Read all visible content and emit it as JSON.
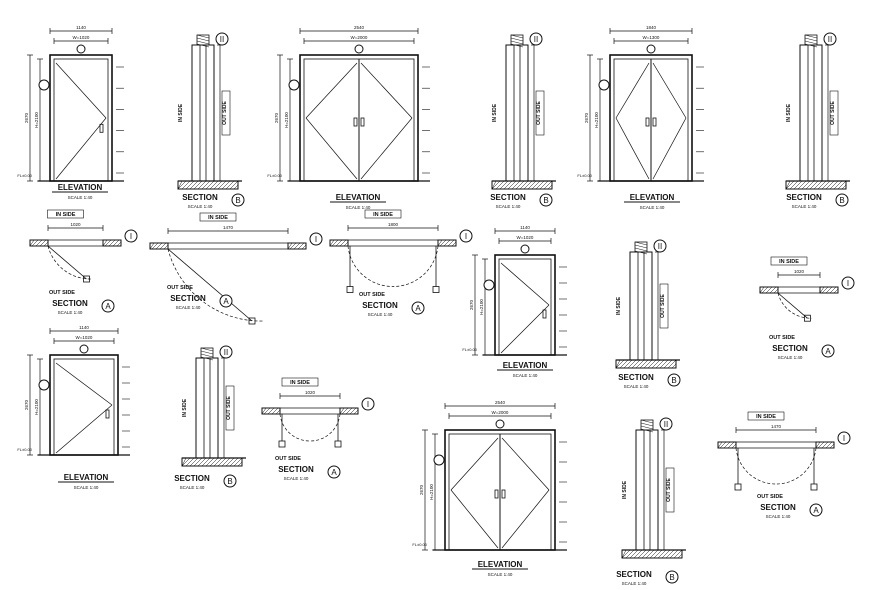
{
  "labels": {
    "elevation": "ELEVATION",
    "section": "SECTION",
    "scale": "SCALE 1:40",
    "in_side": "IN SIDE",
    "out_side": "OUT SIDE",
    "marker_a": "A",
    "marker_b": "B",
    "marker_i": "I",
    "marker_ii": "II",
    "ffl": "FL±0.00"
  },
  "dimensions": {
    "d1_total": "1140",
    "d1_clear": "W=1020",
    "d2_total": "2540",
    "d2_clear": "W=2000",
    "d3_total": "1840",
    "d3_clear": "W=1300",
    "h_total": "2670",
    "h_clear": "H=2100",
    "w_section_1": "1020",
    "w_section_2": "1470",
    "w_section_3": "1800"
  }
}
